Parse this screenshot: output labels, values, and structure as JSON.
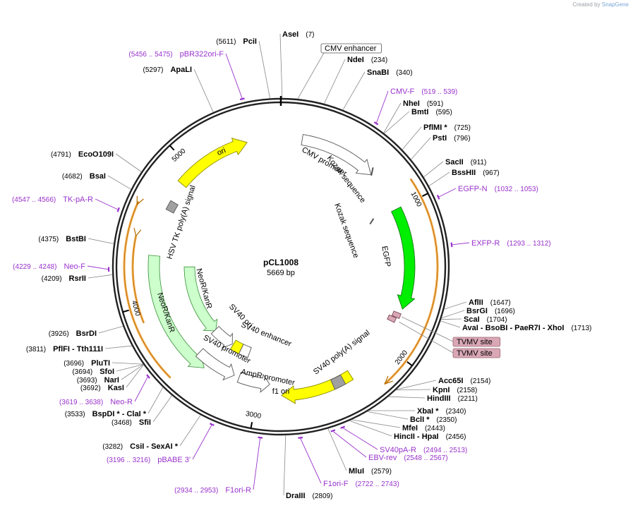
{
  "branding": {
    "prefix": "Created by",
    "name": "SnapGene"
  },
  "plasmid": {
    "name": "pCL1008",
    "length_label": "5669 bp",
    "length": 5669
  },
  "ticks": [
    {
      "label": "1000",
      "bp": 1000
    },
    {
      "label": "2000",
      "bp": 2000
    },
    {
      "label": "3000",
      "bp": 3000
    },
    {
      "label": "4000",
      "bp": 4000
    },
    {
      "label": "5000",
      "bp": 5000
    }
  ],
  "enzymes": [
    {
      "name": "AseI",
      "pos": "(7)",
      "bp": 7
    },
    {
      "name": "NdeI",
      "pos": "(234)",
      "bp": 234
    },
    {
      "name": "SnaBI",
      "pos": "(340)",
      "bp": 340
    },
    {
      "name": "NheI",
      "pos": "(591)",
      "bp": 591
    },
    {
      "name": "BmtI",
      "pos": "(595)",
      "bp": 595
    },
    {
      "name": "PflMI *",
      "pos": "(725)",
      "bp": 725
    },
    {
      "name": "PstI",
      "pos": "(796)",
      "bp": 796
    },
    {
      "name": "SacII",
      "pos": "(911)",
      "bp": 911
    },
    {
      "name": "BssHII",
      "pos": "(967)",
      "bp": 967
    },
    {
      "name": "AflII",
      "pos": "(1647)",
      "bp": 1647
    },
    {
      "name": "BsrGI",
      "pos": "(1696)",
      "bp": 1696
    },
    {
      "name": "ScaI",
      "pos": "(1704)",
      "bp": 1704
    },
    {
      "name": "AvaI - BsoBI - PaeR7I - XhoI",
      "pos": "(1713)",
      "bp": 1713
    },
    {
      "name": "Acc65I",
      "pos": "(2154)",
      "bp": 2154
    },
    {
      "name": "KpnI",
      "pos": "(2158)",
      "bp": 2158
    },
    {
      "name": "HindIII",
      "pos": "(2211)",
      "bp": 2211
    },
    {
      "name": "XbaI *",
      "pos": "(2340)",
      "bp": 2340
    },
    {
      "name": "BclI *",
      "pos": "(2350)",
      "bp": 2350
    },
    {
      "name": "MfeI",
      "pos": "(2443)",
      "bp": 2443
    },
    {
      "name": "HincII - HpaI",
      "pos": "(2456)",
      "bp": 2456
    },
    {
      "name": "MluI",
      "pos": "(2579)",
      "bp": 2579
    },
    {
      "name": "DraIII",
      "pos": "(2809)",
      "bp": 2809
    },
    {
      "name": "CsiI - SexAI *",
      "pos": "(3282)",
      "bp": 3282
    },
    {
      "name": "SfiI",
      "pos": "(3468)",
      "bp": 3468
    },
    {
      "name": "BspDI * - ClaI *",
      "pos": "(3533)",
      "bp": 3533
    },
    {
      "name": "KasI",
      "pos": "(3692)",
      "bp": 3692
    },
    {
      "name": "NarI",
      "pos": "(3693)",
      "bp": 3693
    },
    {
      "name": "SfoI",
      "pos": "(3694)",
      "bp": 3694
    },
    {
      "name": "PluTI",
      "pos": "(3696)",
      "bp": 3696
    },
    {
      "name": "PflFI - Tth111I",
      "pos": "(3811)",
      "bp": 3811
    },
    {
      "name": "BsrDI",
      "pos": "(3926)",
      "bp": 3926
    },
    {
      "name": "RsrII",
      "pos": "(4209)",
      "bp": 4209
    },
    {
      "name": "BstBI",
      "pos": "(4375)",
      "bp": 4375
    },
    {
      "name": "BsaI",
      "pos": "(4682)",
      "bp": 4682
    },
    {
      "name": "EcoO109I",
      "pos": "(4791)",
      "bp": 4791
    },
    {
      "name": "ApaLI",
      "pos": "(5297)",
      "bp": 5297
    },
    {
      "name": "PciI",
      "pos": "(5611)",
      "bp": 5611
    }
  ],
  "primers": [
    {
      "name": "CMV-F",
      "pos": "(519 .. 539)",
      "bp": 529
    },
    {
      "name": "EGFP-N",
      "pos": "(1032 .. 1053)",
      "bp": 1042
    },
    {
      "name": "EXFP-R",
      "pos": "(1293 .. 1312)",
      "bp": 1302
    },
    {
      "name": "SV40pA-R",
      "pos": "(2494 .. 2513)",
      "bp": 2503
    },
    {
      "name": "EBV-rev",
      "pos": "(2548 .. 2567)",
      "bp": 2557
    },
    {
      "name": "F1ori-F",
      "pos": "(2722 .. 2743)",
      "bp": 2732
    },
    {
      "name": "F1ori-R",
      "pos": "(2934 .. 2953)",
      "bp": 2943
    },
    {
      "name": "pBABE 3'",
      "pos": "(3196 .. 3216)",
      "bp": 3206
    },
    {
      "name": "Neo-R",
      "pos": "(3619 .. 3638)",
      "bp": 3628
    },
    {
      "name": "Neo-F",
      "pos": "(4229 .. 4248)",
      "bp": 4238
    },
    {
      "name": "TK-pA-R",
      "pos": "(4547 .. 4566)",
      "bp": 4556
    },
    {
      "name": "pBR322ori-F",
      "pos": "(5456 .. 5475)",
      "bp": 5465
    }
  ],
  "boxed_labels": [
    "CMV enhancer",
    "TVMV site",
    "TVMV site"
  ],
  "features": {
    "cmv_promoter": "CMV promoter",
    "kozak_1": "Kozak sequence",
    "kozak_2": "Kozak sequence",
    "egfp": "EGFP",
    "sv40_polya": "SV40 poly(A) signal",
    "f1_ori": "f1 ori",
    "ampr_promoter": "AmpR promoter",
    "sv40_promoter": "SV40 promoter",
    "sv40_ori": "SV40 ori",
    "sv40_enhancer": "SV40 enhancer",
    "neor_inner": "NeoR/KanR",
    "neor_outer": "NeoR/KanR",
    "hsv_tk": "HSV TK poly(A) signal",
    "ori": "ori"
  },
  "colors": {
    "backbone": "#222222",
    "enzyme_text": "#000000",
    "primer": "#9932cc",
    "egfp": "#00ee00",
    "neor": "#ccffcc",
    "ori": "#ffff00",
    "polya": "#a0a0a0",
    "tvmv": "#d9a7b5",
    "orf_highlight": "#f5a742"
  }
}
